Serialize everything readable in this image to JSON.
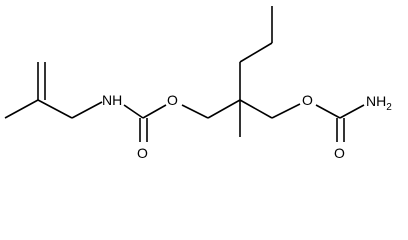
{
  "molecule": {
    "atom_labels": {
      "nh": "NH",
      "o_ester_left": "O",
      "o_carbonyl_left": "O",
      "o_ester_right": "O",
      "o_carbonyl_right": "O",
      "nh2_n": "NH",
      "nh2_sub": "2"
    },
    "line_color": "#000000",
    "background": "#ffffff"
  }
}
